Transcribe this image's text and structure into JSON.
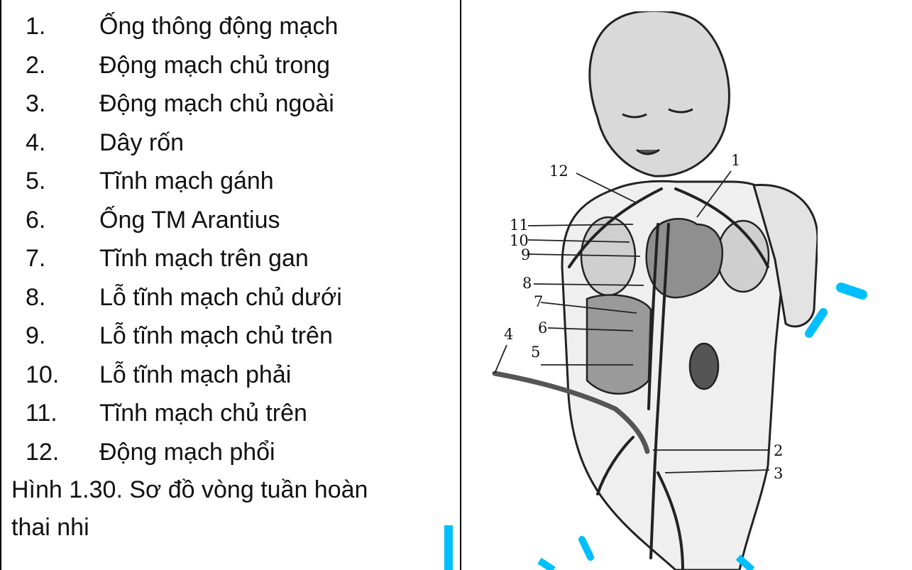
{
  "legend": [
    {
      "number": "1.",
      "label": "Ống thông động mạch"
    },
    {
      "number": "2.",
      "label": "Động mạch chủ trong"
    },
    {
      "number": "3.",
      "label": "Động mạch chủ ngoài"
    },
    {
      "number": "4.",
      "label": "Dây rốn"
    },
    {
      "number": "5.",
      "label": "Tĩnh mạch gánh"
    },
    {
      "number": "6.",
      "label": "Ống TM Arantius"
    },
    {
      "number": "7.",
      "label": "Tĩnh mạch trên gan"
    },
    {
      "number": "8.",
      "label": "Lỗ tĩnh mạch chủ dưới"
    },
    {
      "number": "9.",
      "label": "Lỗ tĩnh mạch chủ trên"
    },
    {
      "number": "10.",
      "label": "Lỗ tĩnh mạch phải"
    },
    {
      "number": "11.",
      "label": "Tĩnh mạch chủ trên"
    },
    {
      "number": "12.",
      "label": "Động mạch phổi"
    }
  ],
  "caption": {
    "line1": "Hình 1.30. Sơ đồ vòng tuần hoàn",
    "line2": "thai nhi"
  },
  "figure": {
    "callouts": [
      "1",
      "2",
      "3",
      "4",
      "5",
      "6",
      "7",
      "8",
      "9",
      "10",
      "11",
      "12"
    ]
  },
  "colors": {
    "border": "#000000",
    "watermark": "#00bfff",
    "drawing": "#222222"
  }
}
